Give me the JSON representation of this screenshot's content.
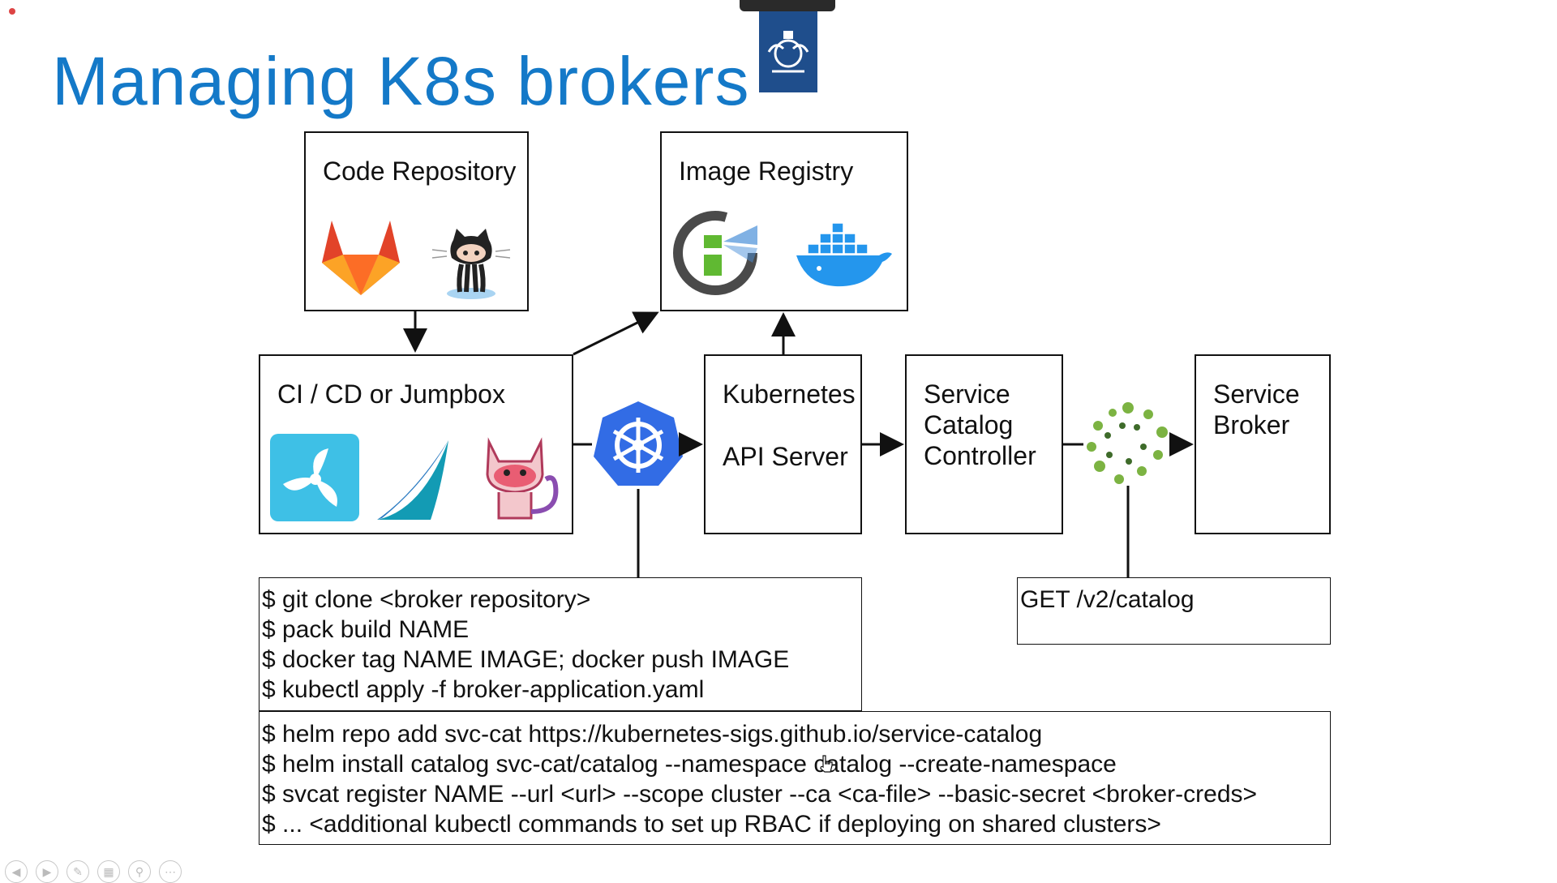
{
  "title": "Managing K8s brokers",
  "boxes": {
    "code_repository": "Code Repository",
    "image_registry": "Image Registry",
    "cicd": "CI / CD or Jumpbox",
    "k8s_api_line1": "Kubernetes",
    "k8s_api_line2": "API Server",
    "svc_catalog_line1": "Service",
    "svc_catalog_line2": "Catalog",
    "svc_catalog_line3": "Controller",
    "svc_broker_line1": "Service",
    "svc_broker_line2": "Broker"
  },
  "icons": [
    "gitlab-icon",
    "github-octocat-icon",
    "harbor-lighthouse-icon",
    "docker-whale-icon",
    "concourse-icon",
    "spinnaker-icon",
    "jenkins-x-cat-icon",
    "kubernetes-helm-icon",
    "service-catalog-ring-icon",
    "government-crest-logo"
  ],
  "commands_left": [
    "$ git clone <broker repository>",
    "$ pack build NAME",
    "$ docker tag NAME IMAGE; docker push IMAGE",
    "$ kubectl apply -f broker-application.yaml"
  ],
  "catalog_request": "GET /v2/catalog",
  "commands_bottom": [
    "$ helm repo add svc-cat https://kubernetes-sigs.github.io/service-catalog",
    "$ helm install catalog svc-cat/catalog --namespace catalog --create-namespace",
    "$ svcat register NAME --url <url> --scope cluster --ca <ca-file> --basic-secret <broker-creds>",
    "$ ... <additional kubectl commands to set up RBAC if deploying on shared clusters>"
  ],
  "colors": {
    "title": "#1479c8",
    "crest_blue": "#1f4e8c",
    "k8s_blue": "#326ce5",
    "catalog_green": "#6aa84f"
  }
}
